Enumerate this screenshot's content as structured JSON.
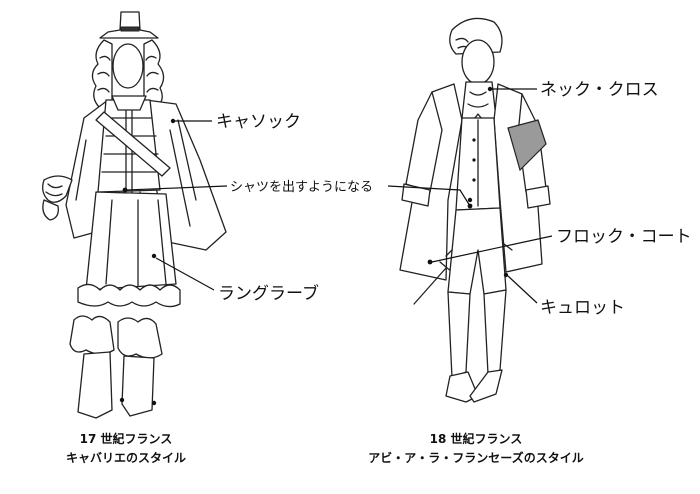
{
  "labels": {
    "cassock": "キャソック",
    "shirt": "シャツを出すようになる",
    "rhingrave": "ラングラーブ",
    "neckcloth": "ネック・クロス",
    "frockcoat": "フロック・コート",
    "culotte": "キュロット"
  },
  "captions": {
    "left": {
      "line1": "17 世紀フランス",
      "line2": "キャバリエのスタイル"
    },
    "right": {
      "line1": "18 世紀フランス",
      "line2": "アビ・ア・ラ・フランセーズのスタイル"
    }
  }
}
